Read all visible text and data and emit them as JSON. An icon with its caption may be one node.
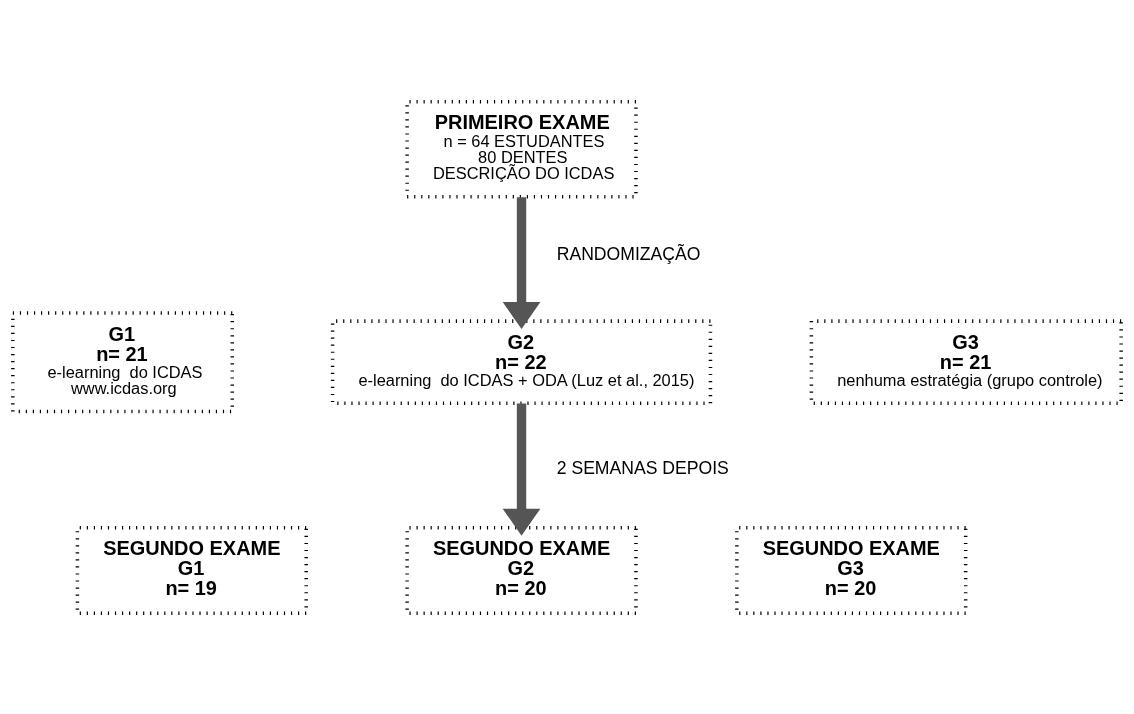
{
  "diagram": {
    "nodes": [
      {
        "text": [
          "PRIMEIRO EXAME",
          "n = 64 ESTUDANTES",
          "80 DENTES",
          "DESCRIÇÃO DO ICDAS"
        ]
      },
      {
        "text": [
          "G1",
          "n= 21",
          "e-learning  do ICDAS",
          "www.icdas.org"
        ]
      },
      {
        "text": [
          "G2",
          "n= 22",
          "e-learning  do ICDAS + ODA (Luz et al., 2015)"
        ]
      },
      {
        "text": [
          "G3",
          "n= 21",
          "nenhuma estratégia (grupo controle)"
        ]
      },
      {
        "text": [
          "SEGUNDO EXAME",
          "G1",
          "n= 19"
        ]
      },
      {
        "text": [
          "SEGUNDO EXAME",
          "G2",
          "n= 20"
        ]
      },
      {
        "text": [
          "SEGUNDO EXAME",
          "G3",
          "n= 20"
        ]
      }
    ],
    "edges": [
      {
        "from": 0,
        "to": 2,
        "arrow": "to",
        "label": "RANDOMIZAÇÃO"
      },
      {
        "from": 2,
        "to": 5,
        "arrow": "to",
        "label": "2 SEMANAS DEPOIS"
      }
    ]
  }
}
